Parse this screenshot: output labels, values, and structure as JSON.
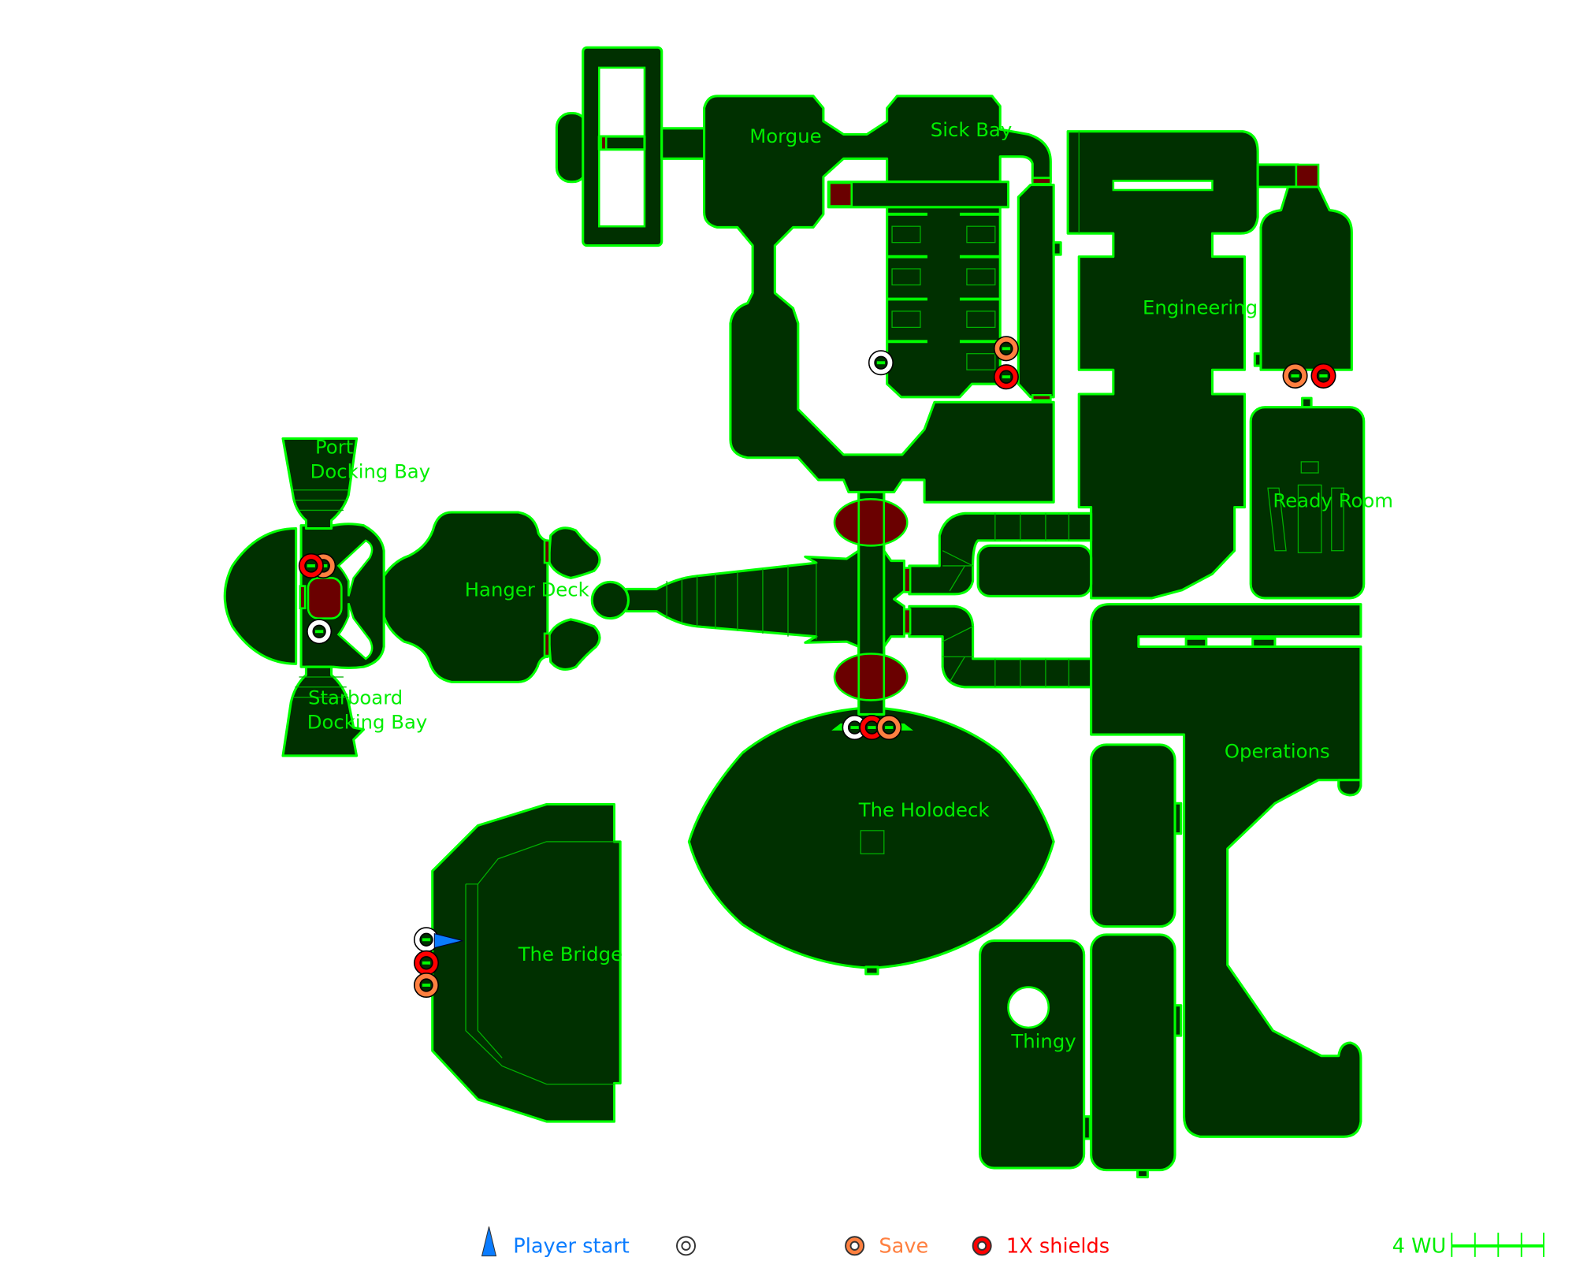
{
  "map": {
    "rooms": {
      "morgue": "Morgue",
      "sick_bay": "Sick Bay",
      "engineering": "Engineering",
      "ready_room": "Ready Room",
      "port_docking_bay_1": "Port",
      "port_docking_bay_2": "Docking Bay",
      "hanger_deck": "Hanger Deck",
      "starboard_docking_bay_1": "Starboard",
      "starboard_docking_bay_2": "Docking Bay",
      "operations": "Operations",
      "holodeck": "The Holodeck",
      "bridge": "The Bridge",
      "thingy": "Thingy"
    }
  },
  "legend": {
    "player_start": "Player start",
    "save": "Save",
    "shields": "1X shields",
    "scale": "4 WU"
  },
  "colors": {
    "floor": "#003000",
    "wall": "#00ff00",
    "door": "#6a0000",
    "player": "#0a7cff",
    "save": "#ff8040",
    "shields": "#ff0000"
  }
}
